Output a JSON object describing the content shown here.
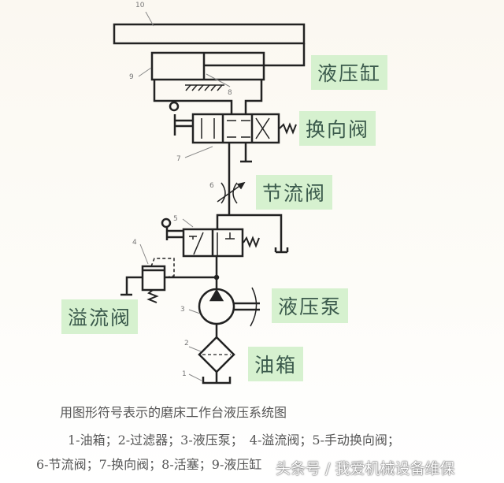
{
  "labels": {
    "cylinder": "液压缸",
    "directional_valve": "换向阀",
    "throttle_valve": "节流阀",
    "relief_valve": "溢流阀",
    "pump": "液压泵",
    "tank": "油箱"
  },
  "component_numbers": [
    "1",
    "2",
    "3",
    "4",
    "5",
    "6",
    "7",
    "8",
    "9",
    "10"
  ],
  "caption": {
    "title": "用图形符号表示的磨床工作台液压系统图",
    "line1": "1-油箱；2-过滤器；3-液压泵；　4-溢流阀；5-手动换向阀；",
    "line2": "6-节流阀；7-换向阀；8-活塞；9-液压缸"
  },
  "watermark": "头条号 / 我爱机械设备维保"
}
